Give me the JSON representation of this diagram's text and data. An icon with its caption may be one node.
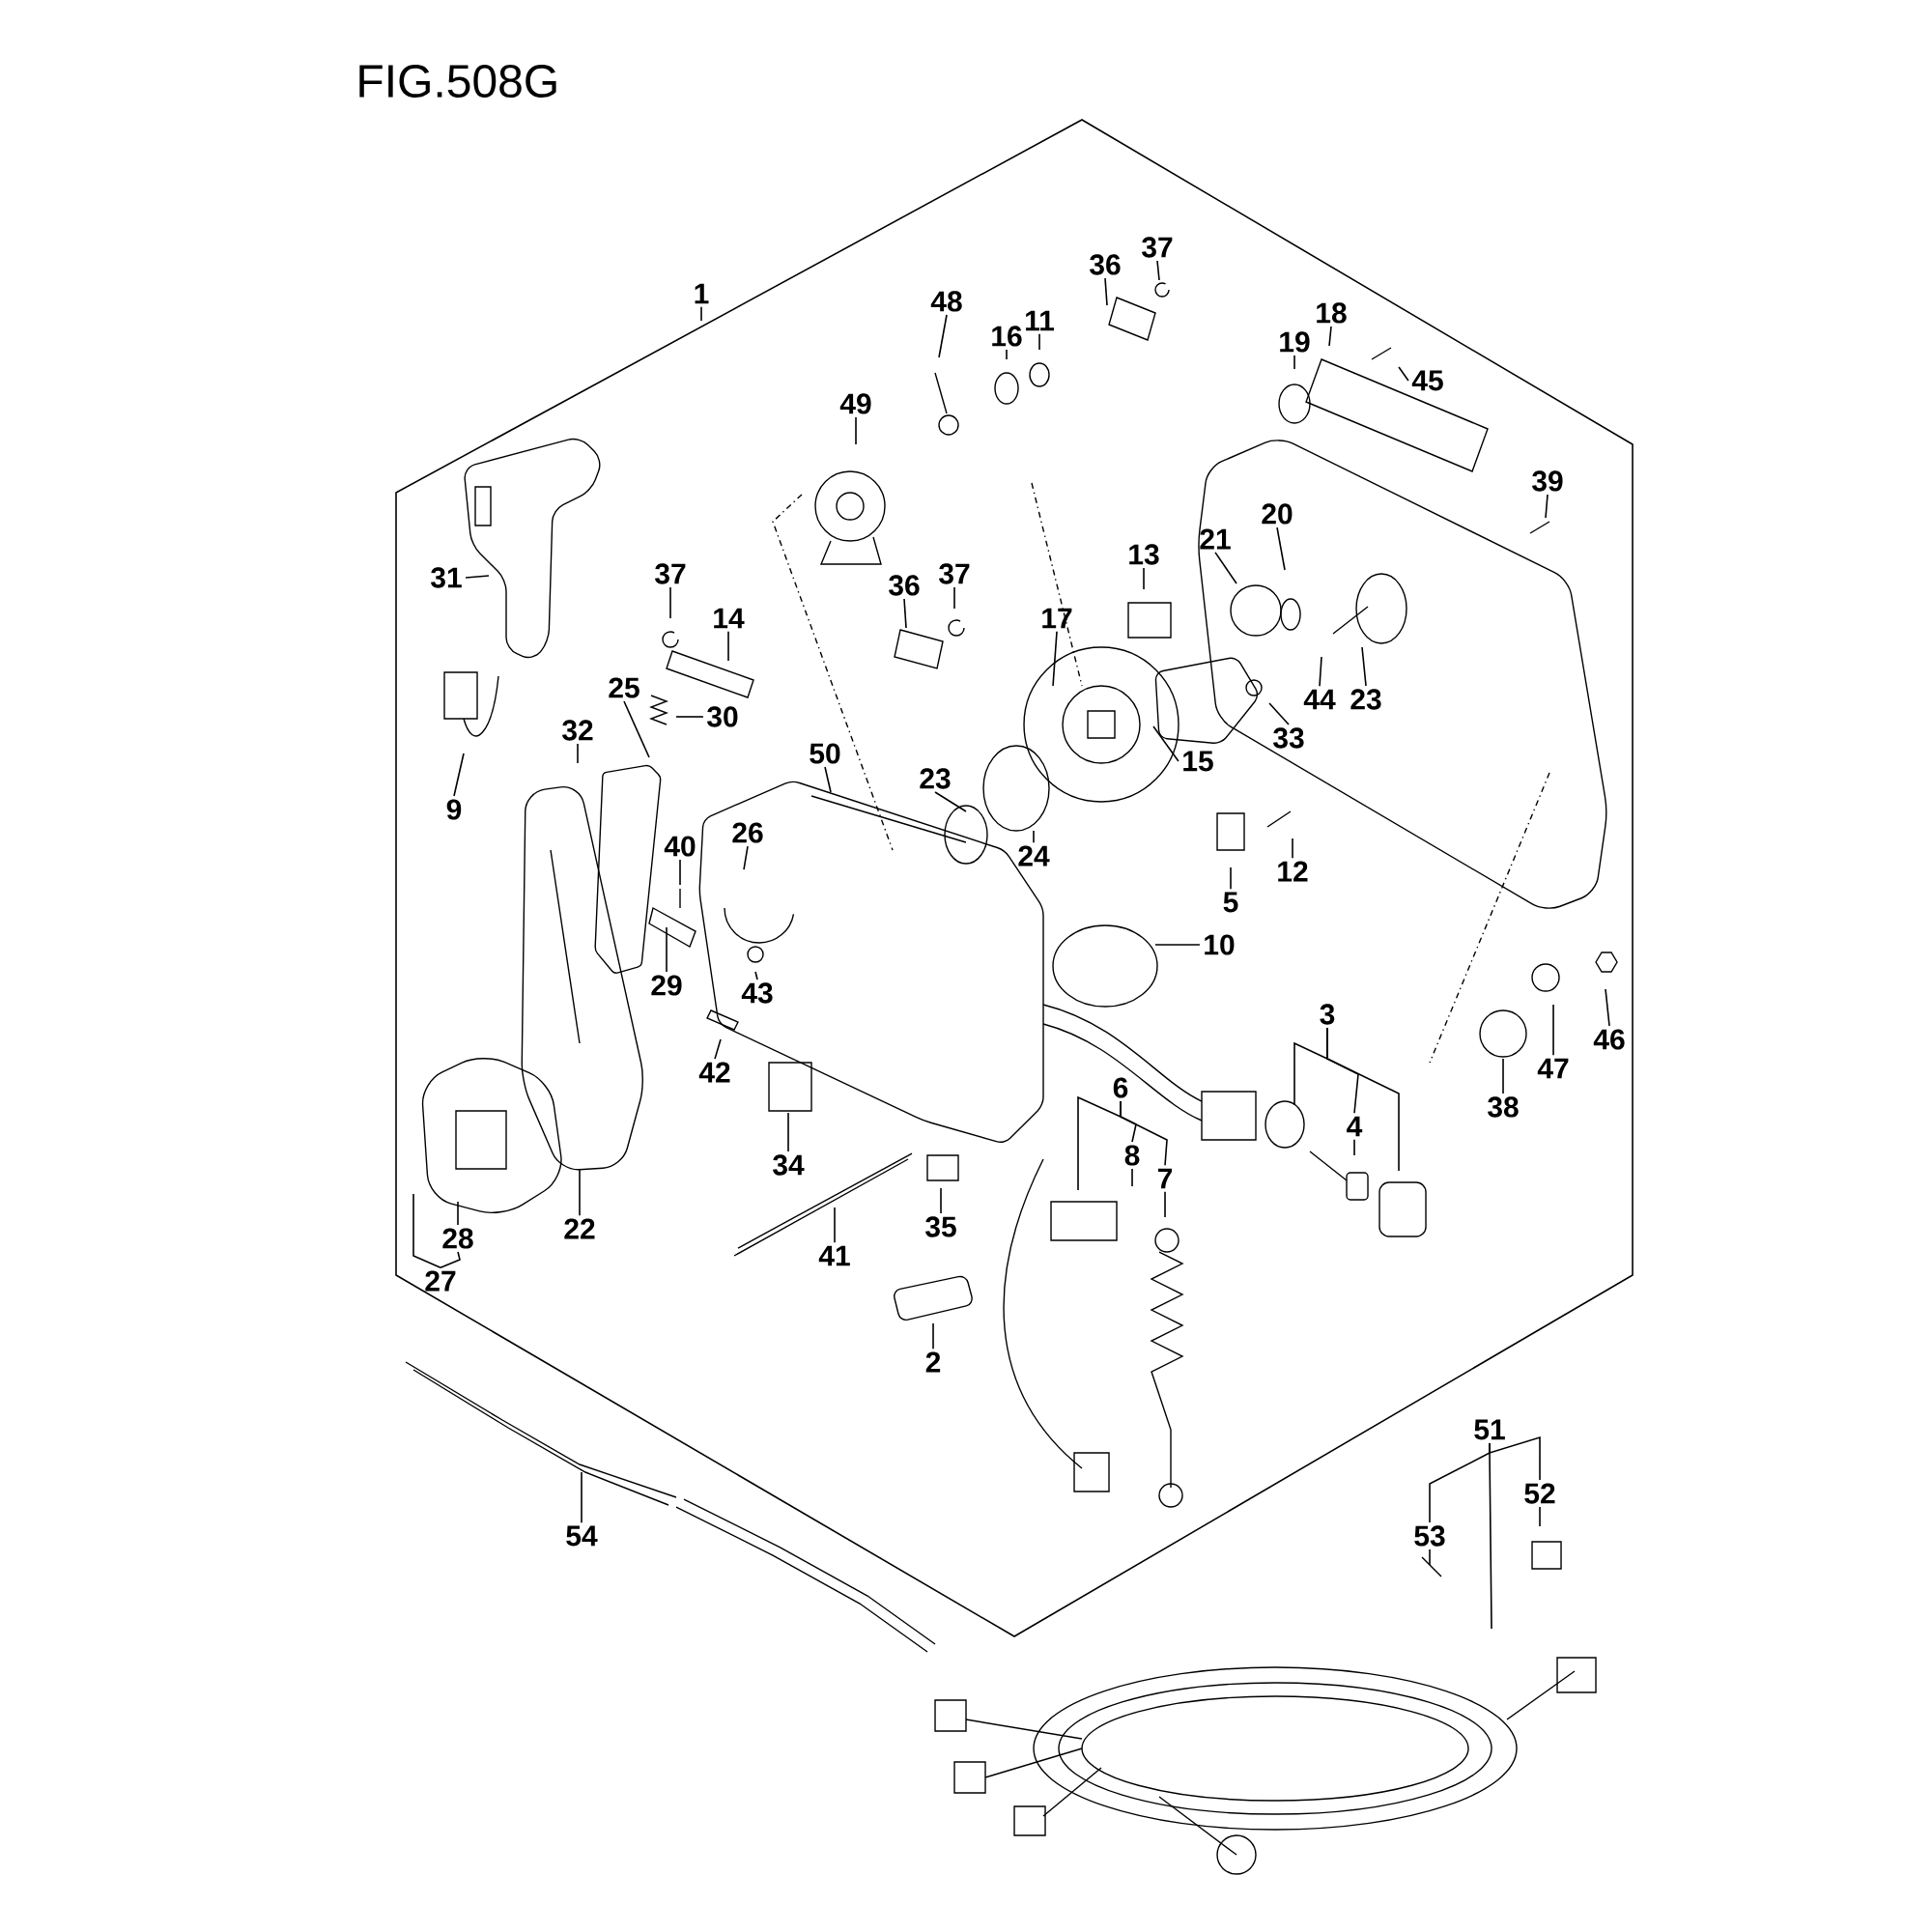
{
  "diagram": {
    "title": "FIG.508G",
    "nodes": [
      {
        "text": [
          "1"
        ]
      },
      {
        "text": [
          "48"
        ]
      },
      {
        "text": [
          "16"
        ]
      },
      {
        "text": [
          "11"
        ]
      },
      {
        "text": [
          "36"
        ]
      },
      {
        "text": [
          "37"
        ]
      },
      {
        "text": [
          "18"
        ]
      },
      {
        "text": [
          "19"
        ]
      },
      {
        "text": [
          "45"
        ]
      },
      {
        "text": [
          "49"
        ]
      },
      {
        "text": [
          "39"
        ]
      },
      {
        "text": [
          "31"
        ]
      },
      {
        "text": [
          "37"
        ]
      },
      {
        "text": [
          "14"
        ]
      },
      {
        "text": [
          "36"
        ]
      },
      {
        "text": [
          "37"
        ]
      },
      {
        "text": [
          "17"
        ]
      },
      {
        "text": [
          "13"
        ]
      },
      {
        "text": [
          "21"
        ]
      },
      {
        "text": [
          "20"
        ]
      },
      {
        "text": [
          "25"
        ]
      },
      {
        "text": [
          "30"
        ]
      },
      {
        "text": [
          "32"
        ]
      },
      {
        "text": [
          "9"
        ]
      },
      {
        "text": [
          "50"
        ]
      },
      {
        "text": [
          "23"
        ]
      },
      {
        "text": [
          "23"
        ]
      },
      {
        "text": [
          "44"
        ]
      },
      {
        "text": [
          "33"
        ]
      },
      {
        "text": [
          "15"
        ]
      },
      {
        "text": [
          "24"
        ]
      },
      {
        "text": [
          "40"
        ]
      },
      {
        "text": [
          "26"
        ]
      },
      {
        "text": [
          "29"
        ]
      },
      {
        "text": [
          "43"
        ]
      },
      {
        "text": [
          "42"
        ]
      },
      {
        "text": [
          "5"
        ]
      },
      {
        "text": [
          "12"
        ]
      },
      {
        "text": [
          "10"
        ]
      },
      {
        "text": [
          "3"
        ]
      },
      {
        "text": [
          "4"
        ]
      },
      {
        "text": [
          "6"
        ]
      },
      {
        "text": [
          "8"
        ]
      },
      {
        "text": [
          "7"
        ]
      },
      {
        "text": [
          "46"
        ]
      },
      {
        "text": [
          "47"
        ]
      },
      {
        "text": [
          "38"
        ]
      },
      {
        "text": [
          "34"
        ]
      },
      {
        "text": [
          "22"
        ]
      },
      {
        "text": [
          "28"
        ]
      },
      {
        "text": [
          "27"
        ]
      },
      {
        "text": [
          "35"
        ]
      },
      {
        "text": [
          "41"
        ]
      },
      {
        "text": [
          "2"
        ]
      },
      {
        "text": [
          "54"
        ]
      },
      {
        "text": [
          "51"
        ]
      },
      {
        "text": [
          "52"
        ]
      },
      {
        "text": [
          "53"
        ]
      }
    ],
    "edges": [
      {
        "from": 0,
        "to": null,
        "arrow": "none"
      },
      {
        "from": 1,
        "to": null,
        "arrow": "none"
      },
      {
        "from": 2,
        "to": null,
        "arrow": "none"
      },
      {
        "from": 3,
        "to": null,
        "arrow": "none"
      },
      {
        "from": 4,
        "to": null,
        "arrow": "none"
      },
      {
        "from": 5,
        "to": null,
        "arrow": "none"
      },
      {
        "from": 6,
        "to": null,
        "arrow": "none"
      },
      {
        "from": 7,
        "to": null,
        "arrow": "none"
      },
      {
        "from": 8,
        "to": null,
        "arrow": "none"
      },
      {
        "from": 9,
        "to": null,
        "arrow": "none"
      },
      {
        "from": 10,
        "to": null,
        "arrow": "none"
      },
      {
        "from": 11,
        "to": null,
        "arrow": "none"
      },
      {
        "from": 12,
        "to": null,
        "arrow": "none"
      },
      {
        "from": 13,
        "to": null,
        "arrow": "none"
      },
      {
        "from": 14,
        "to": null,
        "arrow": "none"
      },
      {
        "from": 15,
        "to": null,
        "arrow": "none"
      },
      {
        "from": 16,
        "to": null,
        "arrow": "none"
      },
      {
        "from": 17,
        "to": null,
        "arrow": "none"
      },
      {
        "from": 18,
        "to": null,
        "arrow": "none"
      },
      {
        "from": 19,
        "to": null,
        "arrow": "none"
      },
      {
        "from": 20,
        "to": null,
        "arrow": "none"
      },
      {
        "from": 21,
        "to": null,
        "arrow": "none"
      },
      {
        "from": 22,
        "to": null,
        "arrow": "none"
      },
      {
        "from": 23,
        "to": null,
        "arrow": "none"
      },
      {
        "from": 24,
        "to": null,
        "arrow": "none"
      },
      {
        "from": 25,
        "to": null,
        "arrow": "none"
      },
      {
        "from": 26,
        "to": null,
        "arrow": "none"
      },
      {
        "from": 27,
        "to": null,
        "arrow": "none"
      },
      {
        "from": 28,
        "to": null,
        "arrow": "none"
      },
      {
        "from": 29,
        "to": null,
        "arrow": "none"
      },
      {
        "from": 30,
        "to": null,
        "arrow": "none"
      },
      {
        "from": 31,
        "to": null,
        "arrow": "none"
      },
      {
        "from": 32,
        "to": null,
        "arrow": "none"
      },
      {
        "from": 33,
        "to": null,
        "arrow": "none"
      },
      {
        "from": 34,
        "to": null,
        "arrow": "none"
      },
      {
        "from": 35,
        "to": null,
        "arrow": "none"
      },
      {
        "from": 36,
        "to": null,
        "arrow": "none"
      },
      {
        "from": 37,
        "to": null,
        "arrow": "none"
      },
      {
        "from": 38,
        "to": null,
        "arrow": "none"
      },
      {
        "from": 39,
        "to": null,
        "arrow": "none"
      },
      {
        "from": 39,
        "to": 40,
        "arrow": "none"
      },
      {
        "from": 39,
        "to": null,
        "arrow": "none"
      },
      {
        "from": 40,
        "to": null,
        "arrow": "none"
      },
      {
        "from": 41,
        "to": null,
        "arrow": "none"
      },
      {
        "from": 41,
        "to": 42,
        "arrow": "none"
      },
      {
        "from": 41,
        "to": 43,
        "arrow": "none"
      },
      {
        "from": 42,
        "to": null,
        "arrow": "none"
      },
      {
        "from": 43,
        "to": null,
        "arrow": "none"
      },
      {
        "from": 44,
        "to": null,
        "arrow": "none"
      },
      {
        "from": 45,
        "to": null,
        "arrow": "none"
      },
      {
        "from": 46,
        "to": null,
        "arrow": "none"
      },
      {
        "from": 47,
        "to": null,
        "arrow": "none"
      },
      {
        "from": 48,
        "to": null,
        "arrow": "none"
      },
      {
        "from": 49,
        "to": null,
        "arrow": "none"
      },
      {
        "from": 50,
        "to": null,
        "arrow": "none"
      },
      {
        "from": 50,
        "to": 49,
        "arrow": "none"
      },
      {
        "from": 51,
        "to": null,
        "arrow": "none"
      },
      {
        "from": 52,
        "to": null,
        "arrow": "none"
      },
      {
        "from": 53,
        "to": null,
        "arrow": "none"
      },
      {
        "from": 54,
        "to": null,
        "arrow": "none"
      },
      {
        "from": 55,
        "to": null,
        "arrow": "none"
      },
      {
        "from": 55,
        "to": 56,
        "arrow": "none"
      },
      {
        "from": 55,
        "to": 57,
        "arrow": "none"
      },
      {
        "from": 56,
        "to": null,
        "arrow": "none"
      },
      {
        "from": 57,
        "to": null,
        "arrow": "none"
      }
    ]
  }
}
